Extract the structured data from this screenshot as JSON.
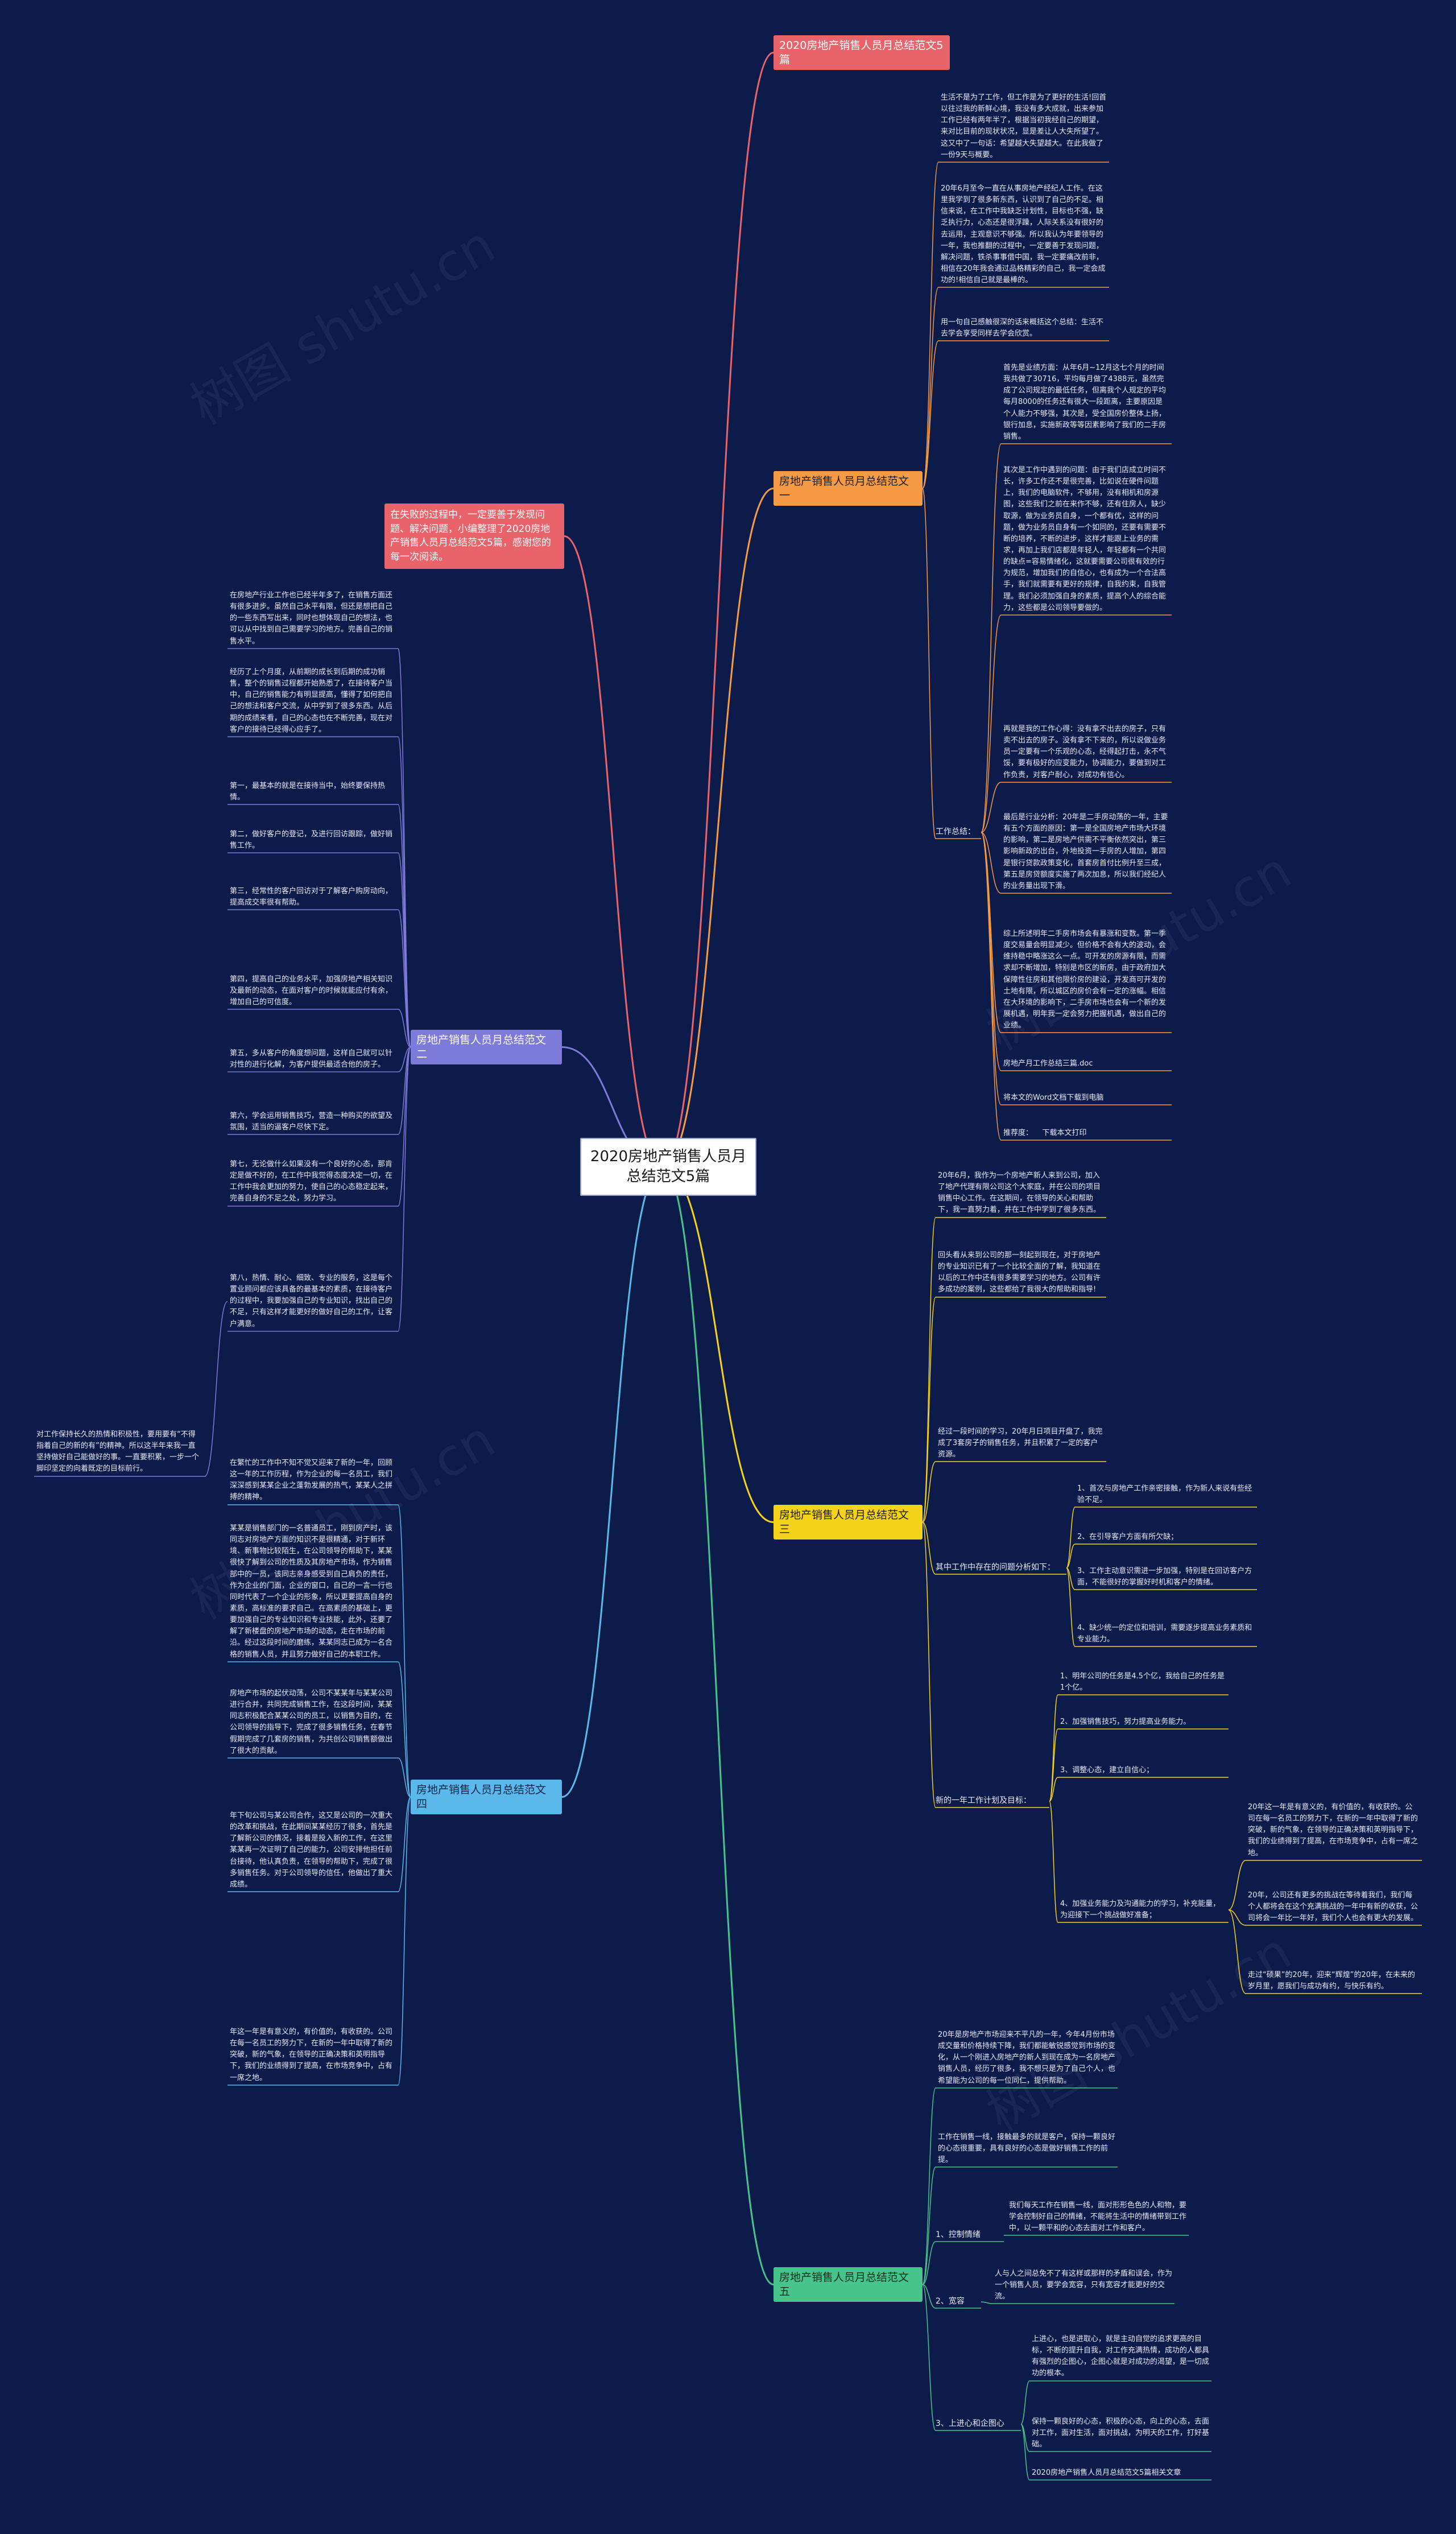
{
  "root": "2020房地产销售人员月总结范文5篇",
  "intro": "在失败的过程中，一定要善于发现问题、解决问题，小编整理了2020房地产销售人员月总结范文5篇，感谢您的每一次阅读。",
  "watermark": "树图 shutu.cn",
  "branches": {
    "b5": {
      "title": "2020房地产销售人员月总结范文5篇"
    },
    "b1": {
      "title": "房地产销售人员月总结范文一",
      "leaves": [
        "生活不是为了工作，但工作是为了更好的生活!回首以往过我的新鲜心境，我没有多大成就，出来参加工作已经有两年半了，根据当初我经自己的期望，来对比目前的现状状况，显是差让人大失所望了。这又中了一句话：希望越大失望越大。在此我做了一份9天与概要。",
        "20年6月至今一直在从事房地产经纪人工作。在这里我学到了很多新东西，认识到了自己的不足。相信来说，在工作中我缺乏计划性，目标也不强，缺乏执行力，心态还是很浮躁，人际关系没有很好的去运用，主观意识不够强。所以我认为年要领导的一年，我也推翻的过程中，一定要善于发现问题，解决问题，铁杀事事借中国，我一定要痛改前非，相信在20年我会通过品格精彩的自己，我一定会成功的!相信自己就是最棒的。",
        "用一句自己感触很深的话来概括这个总结：生活不去学会享受同样去学会欣赏。",
        "首先是业绩方面：从年6月~12月这七个月的时间我共做了30716，平均每月做了4388元，虽然完成了公司规定的最低任务，但离我个人规定的平均每月8000的任务还有很大一段距离，主要原因是个人能力不够强，其次是，受全国房价整体上扬，银行加息，实施新政等等因素影响了我们的二手房销售。",
        "其次是工作中遇到的问题：由于我们店成立时间不长，许多工作还不是很完善，比如说在硬件问题上，我们的电脑软件，不够用，没有相机和房源图，这些我们之前在来作不够，还有住房人，缺少取源，做为业务员自身，一个都有优，这样的问题，做为业务员自身有一个如同的，还要有需要不断的培养，不断的进步，这样才能跟上业务的需求，再加上我们店都是年轻人，年轻都有一个共同的缺点=容易情绪化，这就要需要公司很有效的行为规范，增加我们的自信心，也有成为一个合法高手，我们就需要有更好的规律，自我约束，自我管理。我们必须加强自身的素质，提高个人的综合能力，这些都是公司领导要做的。",
        "再就是我的工作心得：没有拿不出去的房子，只有卖不出去的房子。没有拿不下来的，所以说做业务员一定要有一个乐观的心态，经得起打击，永不气馁，要有极好的应变能力，协调能力，要做到对工作负责，对客户耐心，对成功有信心。",
        "最后是行业分析：20年是二手房动荡的一年，主要有五个方面的原因：第一是全国房地产市场大环境的影响，第二是房地产供需不平衡依然突出，第三影响新政的出台，外地投资一手房的人增加，第四是银行贷款政策变化，首套房首付比例升至三成，第五是房贷额度实施了两次加息，所以我们经纪人的业务量出现下滑。",
        "综上所述明年二手房市场会有暴涨和变数。第一季度交易量会明显减少。但价格不会有大的波动，会维持稳中略涨这么一点。可开发的房源有限，而需求却不断增加，特别是市区的新房，由于政府加大保障性住房和其他限价房的建设，开发商可开发的土地有限，所以城区的房价会有一定的涨幅。相信在大环境的影响下，二手房市场也会有一个新的发展机遇，明年我一定会努力把握机遇，做出自己的业绩。",
        "房地产月工作总结三篇.doc",
        "将本文的Word文档下载到电脑",
        "推荐度：    下载本文打印"
      ],
      "label": "工作总结："
    },
    "b2": {
      "title": "房地产销售人员月总结范文二",
      "leaves": [
        "在房地产行业工作也已经半年多了，在销售方面还有很多进步。虽然自己水平有限，但还是想把自己的一些东西写出来，同时也想体现自己的想法，也可以从中找到自己需要学习的地方。完善自己的销售水平。",
        "经历了上个月度，从前期的成长到后期的成功销售，整个的销售过程都开始熟悉了，在接待客户当中，自己的销售能力有明显提高，懂得了如何把自己的想法和客户交流，从中学到了很多东西。从后期的成绩来看，自己的心态也在不断完善，现在对客户的接待已经得心应手了。",
        "第一，最基本的就是在接待当中，始终要保持热情。",
        "第二，做好客户的登记，及进行回访跟踪，做好销售工作。",
        "第三，经常性的客户回访对于了解客户购房动向，提高成交率很有帮助。",
        "第四，提高自己的业务水平，加强房地产相关知识及最新的动态，在面对客户的时候就能应付有余，增加自己的可信度。",
        "第五，多从客户的角度想问题，这样自己就可以针对性的进行化解，为客户提供最适合他的房子。",
        "第六，学会运用销售技巧，营造一种购买的欲望及氛围，适当的逼客户尽快下定。",
        "第七，无论做什么如果没有一个良好的心态，那肯定是做不好的，在工作中我觉得态度决定一切，在工作中我会更加的努力，使自己的心态稳定起来，完善自身的不足之处，努力学习。",
        "第八，热情、耐心、细致、专业的服务，这是每个置业顾问都应该具备的最基本的素质，在接待客户的过程中，我要加强自己的专业知识，找出自己的不足，只有这样才能更好的做好自己的工作，让客户满意。"
      ],
      "side": "对工作保持长久的热情和积极性，要用要有“不得指着自己的新的有”的精神。所以这半年来我一直坚持做好自己能做好的事。一直要积累，一步一个脚印坚定的向着既定的目标前行。"
    },
    "b3": {
      "title": "房地产销售人员月总结范文三",
      "leaves": [
        "20年6月，我作为一个房地产新人来到公司，加入了地产代理有限公司这个大家庭，并在公司的项目销售中心工作。在这期间，在领导的关心和帮助下，我一直努力着，并在工作中学到了很多东西。",
        "回头看从来到公司的那一刻起到现在，对于房地产的专业知识已有了一个比较全面的了解，我知道在以后的工作中还有很多需要学习的地方。公司有许多成功的案例，这些都给了我很大的帮助和指导!",
        "经过一段时间的学习，20年月日项目开盘了，我完成了3套房子的销售任务，并且积累了一定的客户资源。"
      ],
      "problems_label": "其中工作中存在的问题分析如下：",
      "problems": [
        "1、首次与房地产工作亲密接触，作为新人来说有些经验不足。",
        "2、在引导客户方面有所欠缺；",
        "3、工作主动意识需进一步加强，特别是在回访客户方面，不能很好的掌握好时机和客户的情绪。",
        "4、缺少统一的定位和培训，需要逐步提高业务素质和专业能力。"
      ],
      "plan_label": "新的一年工作计划及目标：",
      "plan": [
        "1、明年公司的任务是4.5个亿，我给自己的任务是1个亿。",
        "2、加强销售技巧，努力提高业务能力。",
        "3、调整心态，建立自信心；",
        "4、加强业务能力及沟通能力的学习，补充能量，为迎接下一个挑战做好准备；"
      ],
      "side": [
        "20年这一年是有意义的，有价值的，有收获的。公司在每一名员工的努力下，在新的一年中取得了新的突破，新的气象，在领导的正确决策和英明指导下，我们的业绩得到了提高，在市场竞争中，占有一席之地。",
        "20年，公司还有更多的挑战在等待着我们，我们每个人都将会在这个充满挑战的一年中有新的收获，公司将会一年比一年好，我们个人也会有更大的发展。",
        "走过“硕果”的20年，迎来“辉煌”的20年，在未来的岁月里，愿我们与成功有约，与快乐有约。"
      ]
    },
    "b4": {
      "title": "房地产销售人员月总结范文四",
      "leaves": [
        "在繁忙的工作中不知不觉又迎来了新的一年，回顾这一年的工作历程，作为企业的每一名员工，我们深深感到某某企业之蓬勃发展的热气，某某人之拼搏的精神。",
        "某某是销售部门的一名普通员工，刚到房产时，该同志对房地产方面的知识不是很精通，对于新环境、新事物比较陌生，在公司领导的帮助下，某某很快了解到公司的性质及其房地产市场，作为销售部中的一员，该同志亲身感受到自己肩负的责任，作为企业的门面，企业的窗口，自己的一言一行也同时代表了一个企业的形象，所以更要提高自身的素质，高标准的要求自己。在高素质的基础上，更要加强自己的专业知识和专业技能，此外，还要了解了新楼盘的房地产市场的动态，走在市场的前沿。经过这段时间的磨练，某某同志已成为一名合格的销售人员，并且努力做好自己的本职工作。",
        "房地产市场的起伏动荡，公司不某某年与某某公司进行合并，共同完成销售工作，在这段时间，某某同志积极配合某某公司的员工，以销售为目的，在公司领导的指导下，完成了很多销售任务，在春节假期完成了几套房的销售，为共创公司销售额做出了很大的贡献。",
        "年下旬公司与某公司合作，这又是公司的一次重大的改革和挑战，在此期间某某经历了很多，首先是了解新公司的情况，接着是投入新的工作，在这里某某再一次证明了自己的能力，公司安排他担任前台接待，他认真负责，在领导的帮助下，完成了很多销售任务。对于公司领导的信任，他做出了重大成绩。",
        "年这一年是有意义的，有价值的，有收获的。公司在每一名员工的努力下，在新的一年中取得了新的突破，新的气象，在领导的正确决策和英明指导下，我们的业绩得到了提高，在市场竞争中，占有一席之地。"
      ]
    },
    "b5t": {
      "title": "房地产销售人员月总结范文五",
      "leaves": [
        "20年是房地产市场迎来不平凡的一年，今年4月份市场成交量和价格持续下降，我们都能敏锐感觉到市场的变化，从一个刚进入房地产的新人到现在成为一名房地产销售人员，经历了很多，我不想只是为了自己个人，也希望能为公司的每一位同仁，提供帮助。",
        "工作在销售一线，接触最多的就是客户，保持一颗良好的心态很重要，具有良好的心态是做好销售工作的前提。"
      ],
      "items": [
        {
          "label": "1、控制情绪",
          "text": "我们每天工作在销售一线，面对形形色色的人和物，要学会控制好自己的情绪，不能将生活中的情绪带到工作中，以一颗平和的心态去面对工作和客户。"
        },
        {
          "label": "2、宽容",
          "text": "人与人之间总免不了有这样或那样的矛盾和误会，作为一个销售人员，要学会宽容，只有宽容才能更好的交流。"
        },
        {
          "label": "3、上进心和企图心",
          "text": "上进心，也是进取心，就是主动自觉的追求更高的目标，不断的提升自我，对工作充满热情，成功的人都具有强烈的企图心，企图心就是对成功的渴望，是一切成功的根本。",
          "sub": [
            "保持一颗良好的心态，积极的心态，向上的心态，去面对工作，面对生活，面对挑战，为明天的工作，打好基础。",
            "2020房地产销售人员月总结范文5篇相关文章"
          ]
        }
      ]
    }
  }
}
